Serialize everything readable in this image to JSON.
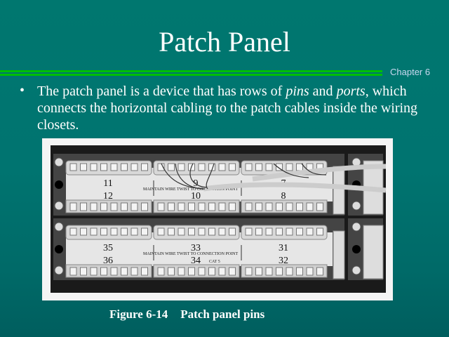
{
  "slide": {
    "title": "Patch Panel",
    "chapter": "Chapter 6",
    "bullet": {
      "part1": "The patch panel is a device that has rows of ",
      "em1": "pins",
      "part2": " and ",
      "em2": "ports",
      "part3": ", which connects the horizontal cabling to the patch cables inside the wiring closets."
    },
    "figure": {
      "caption_number": "Figure 6-14",
      "caption_text": "Patch panel pins",
      "panel_labels": {
        "top": [
          "11",
          "12",
          "9",
          "10",
          "7",
          "8"
        ],
        "bottom": [
          "35",
          "36",
          "33",
          "34",
          "31",
          "32"
        ],
        "strip_text": "MAINTAIN WIRE TWIST TO CONNECTION POINT",
        "cat": "CAT 5"
      }
    }
  },
  "colors": {
    "background": "#007470",
    "rule": "#00c000",
    "chapter": "#c8d8f0"
  }
}
